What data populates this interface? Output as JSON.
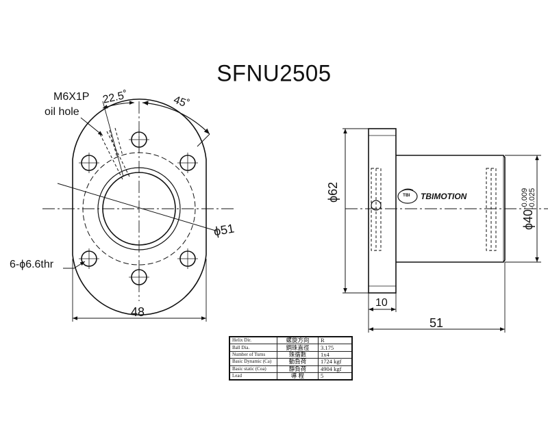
{
  "title": "SFNU2505",
  "front_view": {
    "oil_hole_thread": "M6X1P",
    "oil_hole_label": "oil hole",
    "angle_small": "22.5˚",
    "angle_large": "45˚",
    "pcd_dia": "ϕ51",
    "bolt_holes": "6-ϕ6.6thr",
    "width": "48"
  },
  "side_view": {
    "flange_dia": "ϕ62",
    "body_dia": "ϕ40",
    "body_tol_upper": "-0.009",
    "body_tol_lower": "-0.025",
    "flange_thickness": "10",
    "length": "51",
    "brand": "TBIMOTION",
    "brand_badge": "TBI"
  },
  "spec_table": [
    {
      "label": "Helix Dir.",
      "label_cn": "螺旋方向",
      "value": "R"
    },
    {
      "label": "Ball Dia.",
      "label_cn": "鋼珠直徑",
      "value": "3.175"
    },
    {
      "label": "Number of Turns",
      "label_cn": "珠循數",
      "value": "1x4"
    },
    {
      "label": "Basic Dynamic (Ca)",
      "label_cn": "動負荷",
      "value": "1724 kgf"
    },
    {
      "label": "Basic static (Coa)",
      "label_cn": "靜負荷",
      "value": "4904 kgf"
    },
    {
      "label": "Lead",
      "label_cn": "導 程",
      "value": "5"
    }
  ],
  "colors": {
    "line": "#111111",
    "background": "#ffffff"
  }
}
